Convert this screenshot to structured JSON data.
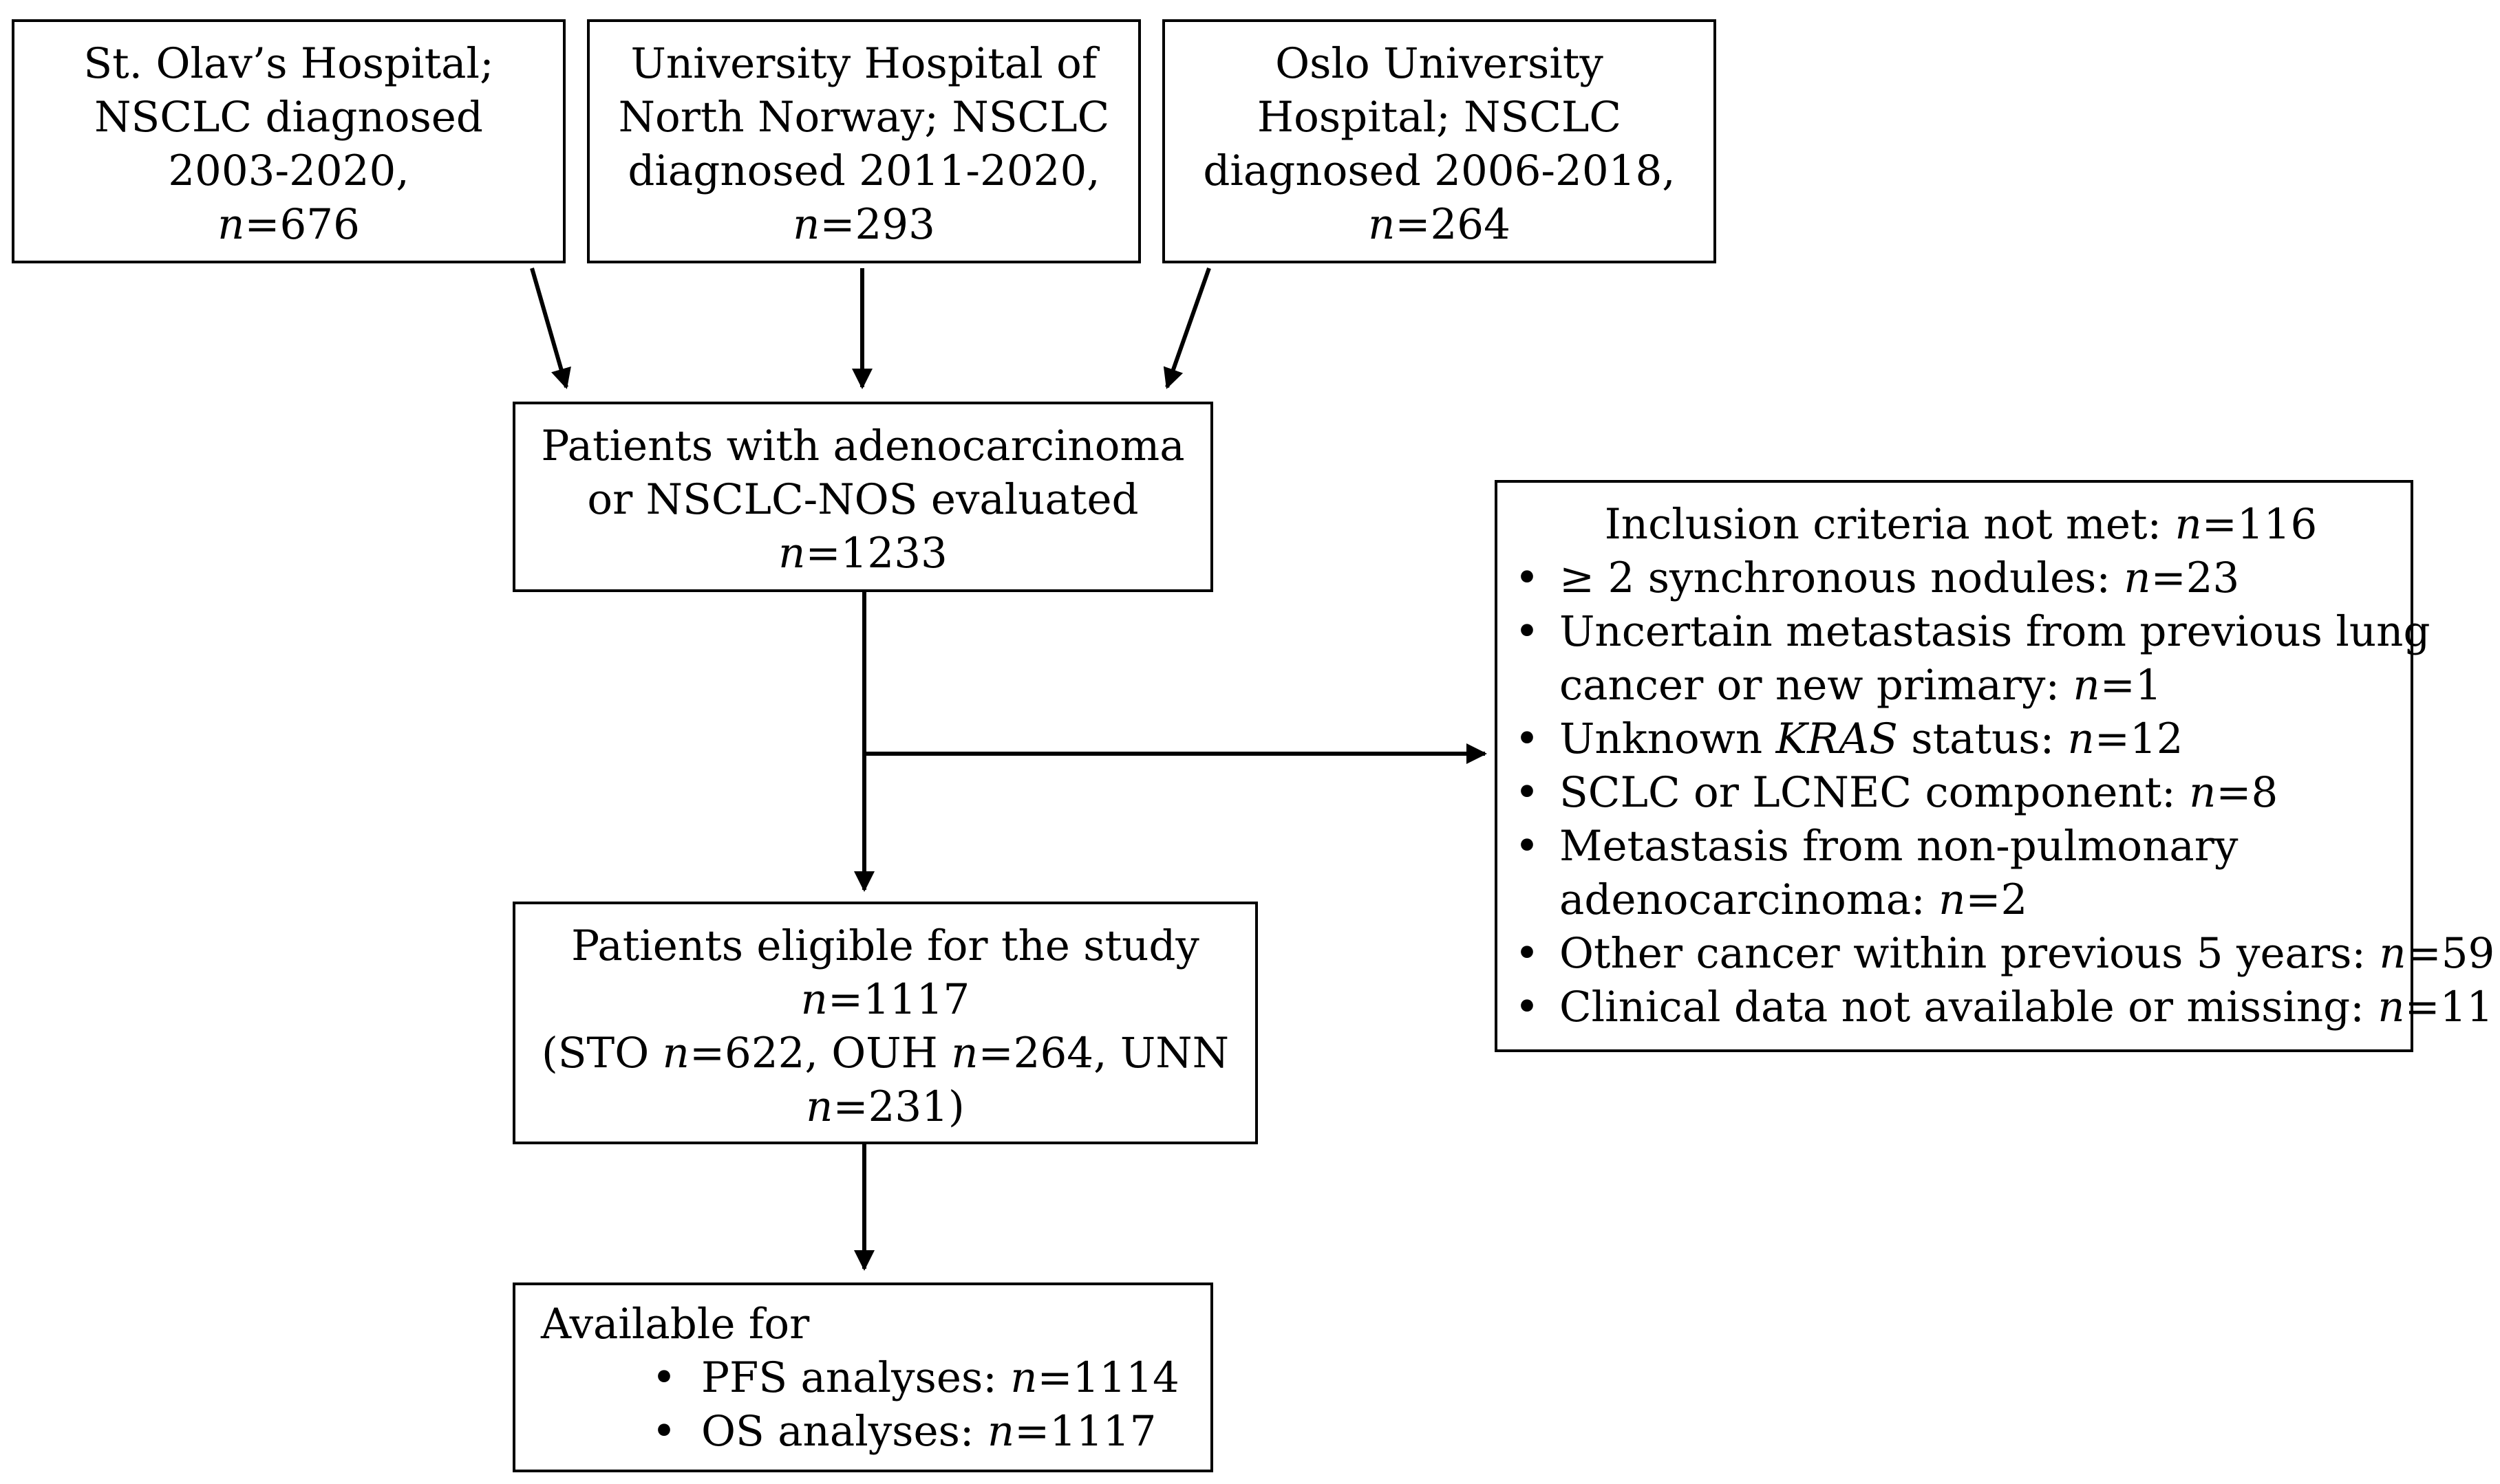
{
  "sources": [
    {
      "lines": [
        "St. Olav’s Hospital;",
        "NSCLC diagnosed",
        "2003-2020,"
      ],
      "n_label": "n",
      "n_value": "=676"
    },
    {
      "lines": [
        "University Hospital of",
        "North Norway; NSCLC",
        "diagnosed 2011-2020,"
      ],
      "n_label": "n",
      "n_value": "=293"
    },
    {
      "lines": [
        "Oslo University",
        "Hospital; NSCLC",
        "diagnosed 2006-2018,"
      ],
      "n_label": "n",
      "n_value": "=264"
    }
  ],
  "evaluated": {
    "line1": "Patients with adenocarcinoma",
    "line2": "or NSCLC-NOS evaluated",
    "n_label": "n",
    "n_value": "=1233"
  },
  "exclusion": {
    "title_prefix": "Inclusion criteria not met: ",
    "title_n_label": "n",
    "title_n_value": "=116",
    "bullet_char": "•",
    "items": [
      {
        "text": "≥ 2 synchronous nodules: ",
        "n_label": "n",
        "n_value": "=23"
      },
      {
        "line1": "Uncertain metastasis from previous lung",
        "line2": "cancer or new primary: ",
        "n_label": "n",
        "n_value": "=1"
      },
      {
        "prefix": "Unknown ",
        "gene": "KRAS",
        "suffix": " status: ",
        "n_label": "n",
        "n_value": "=12"
      },
      {
        "text": "SCLC or LCNEC component: ",
        "n_label": "n",
        "n_value": "=8"
      },
      {
        "line1": "Metastasis from non-pulmonary",
        "line2": "adenocarcinoma: ",
        "n_label": "n",
        "n_value": "=2"
      },
      {
        "text": "Other cancer within previous 5 years: ",
        "n_label": "n",
        "n_value": "=59"
      },
      {
        "text": "Clinical data not available or missing: ",
        "n_label": "n",
        "n_value": "=11"
      }
    ]
  },
  "eligible": {
    "line1": "Patients eligible for the study",
    "n_label": "n",
    "n_value": "=1117",
    "sto_prefix": "(STO ",
    "sto_value": "=622, OUH ",
    "ouh_value": "=264, UNN",
    "unn_value": "=231)"
  },
  "available": {
    "head": "Available for",
    "bullet_char": "•",
    "pfs_text": "PFS analyses: ",
    "pfs_n_label": "n",
    "pfs_n_value": "=1114",
    "os_text": "OS analyses: ",
    "os_n_label": "n",
    "os_n_value": "=1117"
  }
}
